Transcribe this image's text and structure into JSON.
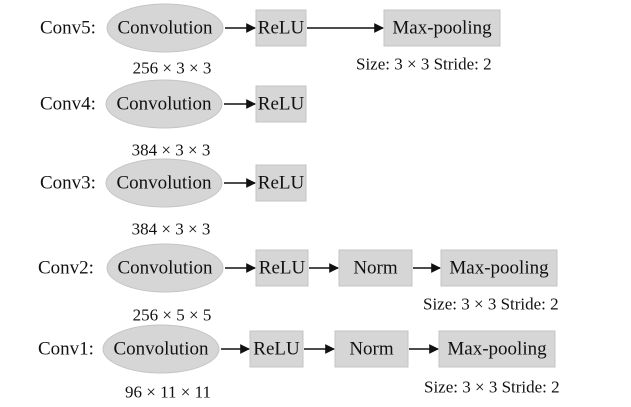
{
  "diagram": {
    "colors": {
      "node_fill": "#d6d6d6",
      "node_stroke": "#c4c4c4",
      "text": "#111111",
      "arrow": "#111111"
    },
    "layers": [
      {
        "label": "Conv5:",
        "conv": "Convolution",
        "dims": "256 × 3 × 3",
        "relu": "ReLU",
        "norm": "",
        "pool": "Max-pooling",
        "pool_note": "Size: 3 × 3  Stride: 2"
      },
      {
        "label": "Conv4:",
        "conv": "Convolution",
        "dims": "384 × 3 × 3",
        "relu": "ReLU",
        "norm": "",
        "pool": "",
        "pool_note": ""
      },
      {
        "label": "Conv3:",
        "conv": "Convolution",
        "dims": "384 × 3 × 3",
        "relu": "ReLU",
        "norm": "",
        "pool": "",
        "pool_note": ""
      },
      {
        "label": "Conv2:",
        "conv": "Convolution",
        "dims": "256 × 5 × 5",
        "relu": "ReLU",
        "norm": "Norm",
        "pool": "Max-pooling",
        "pool_note": "Size: 3 × 3  Stride: 2"
      },
      {
        "label": "Conv1:",
        "conv": "Convolution",
        "dims": "96 × 11 × 11",
        "relu": "ReLU",
        "norm": "Norm",
        "pool": "Max-pooling",
        "pool_note": "Size: 3 × 3 Stride: 2"
      }
    ]
  }
}
